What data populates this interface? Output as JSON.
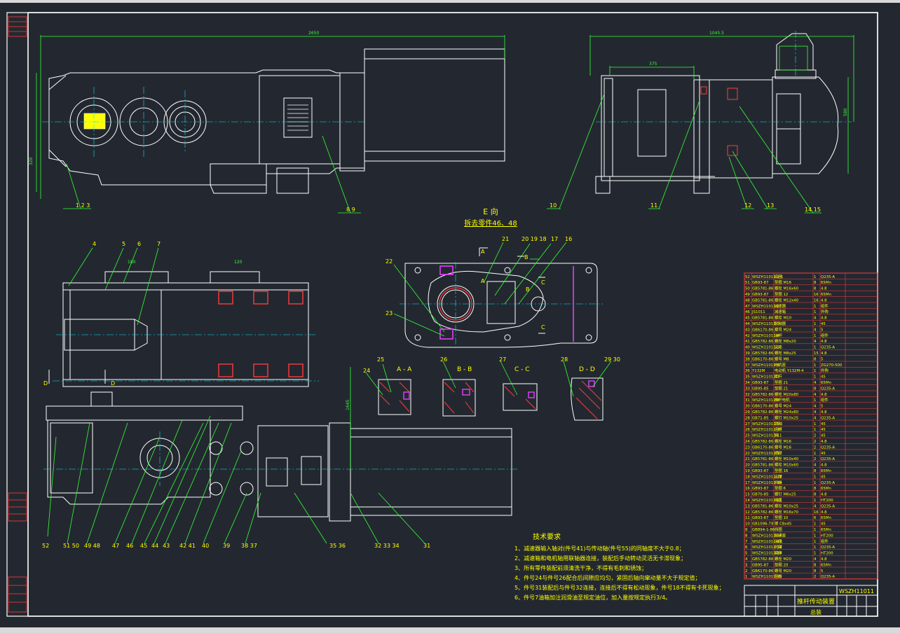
{
  "view_e": {
    "title": "E 向",
    "subtitle": "拆去零件46、48"
  },
  "section_labels": [
    "A - A",
    "B - B",
    "C - C",
    "D - D"
  ],
  "section_letters": [
    "A",
    "A",
    "B",
    "B",
    "C",
    "C",
    "D",
    "D"
  ],
  "tech_requirements": {
    "title": "技术要求",
    "items": [
      "1、减速器输入轴对(件号41)与传动轴(件号55)的同轴度不大于0.8；",
      "2、减速箱和电机轴用联轴器连接，装配后手动转动灵活无卡滞现象；",
      "3、所有零件装配前须清洗干净，不得有毛刺和锈蚀；",
      "4、件号24与件号26配合后间隙应均匀，紧固后轴向窜动量不大于规定值；",
      "5、件号31装配后与件号32连接，连接后不得有松动现象，件号18不得有卡死现象；",
      "6、件号7油箱加注润滑油至规定油位，加入量按规定执行3/4。"
    ]
  },
  "title_block": {
    "drawing_no": "WSZH11011",
    "name": "推杆传动装置",
    "sub": "总装"
  },
  "bom": {
    "rows": [
      [
        "52",
        "WSZH11011-1-1",
        "底座",
        "1",
        "Q235-A"
      ],
      [
        "51",
        "GB93-87",
        "垫圈 M16",
        "8",
        "65Mn"
      ],
      [
        "50",
        "GB5781-86",
        "螺栓 M16x60",
        "8",
        "4.8"
      ],
      [
        "49",
        "GB93-87",
        "垫圈 12",
        "16",
        "65Mn"
      ],
      [
        "48",
        "GB5781-86",
        "螺栓 M12x40",
        "16",
        "4.8"
      ],
      [
        "47",
        "WSZH11011-2",
        "减速器",
        "1",
        "组件"
      ],
      [
        "46",
        "JS1011",
        "减速箱",
        "1",
        "外购"
      ],
      [
        "45",
        "GB5781-86",
        "螺栓 M10",
        "4",
        "4.8"
      ],
      [
        "44",
        "WSZH11011-3",
        "联轴器",
        "1",
        "45"
      ],
      [
        "43",
        "GB6170-86",
        "螺母 M24",
        "4",
        "5"
      ],
      [
        "42",
        "WSZH11011-4",
        "油杯",
        "1",
        "组件"
      ],
      [
        "41",
        "GB5782-86",
        "螺栓 M8x20",
        "4",
        "4.8"
      ],
      [
        "40",
        "WSZH11011-5",
        "支座",
        "1",
        "Q235-A"
      ],
      [
        "39",
        "GB5782-86",
        "螺栓 M8x25",
        "15",
        "4.8"
      ],
      [
        "38",
        "GB6170-86",
        "螺母 M8",
        "8",
        "5"
      ],
      [
        "37",
        "WSZH11011-6",
        "电机座",
        "1",
        "ZG270-500"
      ],
      [
        "36",
        "Y132M",
        "电动机 Y132M-4",
        "1",
        "外购"
      ],
      [
        "35",
        "WSZH11011-7",
        "推杆",
        "1",
        "45"
      ],
      [
        "34",
        "GB93-87",
        "垫圈 21",
        "4",
        "65Mn"
      ],
      [
        "33",
        "GB95-85",
        "垫圈 21",
        "8",
        "Q235-A"
      ],
      [
        "32",
        "GB5782-86",
        "螺栓 M20x80",
        "4",
        "4.8"
      ],
      [
        "31",
        "WSZH11011-8",
        "推杆电机",
        "1",
        "组件"
      ],
      [
        "30",
        "GB6170-86",
        "螺母 M24",
        "4",
        "5"
      ],
      [
        "29",
        "GB5782-86",
        "螺栓 M24x80",
        "4",
        "4.8"
      ],
      [
        "28",
        "GB71-85",
        "螺钉 M10x25",
        "4",
        "Q235-A"
      ],
      [
        "27",
        "WSZH11011-9",
        "销轴",
        "1",
        "45"
      ],
      [
        "26",
        "WSZH11011-10",
        "连杆",
        "1",
        "45"
      ],
      [
        "25",
        "WSZH11011-11",
        "销",
        "2",
        "45"
      ],
      [
        "24",
        "GB5782-86",
        "螺栓 M16",
        "2",
        "4.8"
      ],
      [
        "23",
        "GB6170-86",
        "螺母 M16",
        "2",
        "Q235-A"
      ],
      [
        "22",
        "WSZH11011-12",
        "摆杆",
        "1",
        "45"
      ],
      [
        "21",
        "GB5781-86",
        "螺栓 M10x40",
        "2",
        "Q235-A"
      ],
      [
        "20",
        "GB5781-86",
        "螺栓 M10x60",
        "4",
        "4.8"
      ],
      [
        "19",
        "GB93-87",
        "垫圈 16",
        "8",
        "65Mn"
      ],
      [
        "18",
        "WSZH11011-13",
        "支架",
        "1",
        "45"
      ],
      [
        "17",
        "WSZH11011-14",
        "挡板",
        "1",
        "Q235-A"
      ],
      [
        "16",
        "GB93-87",
        "垫圈 6",
        "8",
        "65Mn"
      ],
      [
        "15",
        "GB70-85",
        "螺钉 M6x25",
        "8",
        "4.8"
      ],
      [
        "14",
        "WSZH11011-15",
        "端盖",
        "1",
        "HT200"
      ],
      [
        "13",
        "GB5781-86",
        "螺栓 M10x25",
        "4",
        "Q235-A"
      ],
      [
        "12",
        "GB5782-86",
        "螺栓 M16x70",
        "16",
        "4.8"
      ],
      [
        "11",
        "GB93-87",
        "垫圈 10",
        "6",
        "65Mn"
      ],
      [
        "10",
        "GB1096-79",
        "键 C8x45",
        "1",
        "45"
      ],
      [
        "9",
        "GB894-1-86",
        "挡圈",
        "1",
        "65Mn"
      ],
      [
        "8",
        "WSZH11011-16",
        "轴承座",
        "1",
        "HT200"
      ],
      [
        "7",
        "WSZH11011-17",
        "油箱",
        "1",
        "组件"
      ],
      [
        "6",
        "WSZH11011-18",
        "托架",
        "1",
        "Q235-A"
      ],
      [
        "5",
        "WSZH11011-19",
        "箱体",
        "1",
        "HT200"
      ],
      [
        "4",
        "GB5782-86",
        "螺栓 M20",
        "4",
        "4.8"
      ],
      [
        "3",
        "GB95-87",
        "垫圈 20",
        "8",
        "65Mn"
      ],
      [
        "2",
        "GB6170-86",
        "螺母 M20",
        "8",
        "5"
      ],
      [
        "1",
        "WSZH11011-20",
        "垫板",
        "2",
        "Q235-A"
      ]
    ]
  },
  "callouts": {
    "top_left": [
      "1 2 3",
      "8 9"
    ],
    "top_right": [
      "10",
      "11",
      "12",
      "13",
      "14 15"
    ],
    "mid_top": [
      "4",
      "5",
      "6",
      "7"
    ],
    "view_e": [
      "21",
      "20 19 18",
      "17",
      "16",
      "22",
      "23"
    ],
    "sections": [
      "24",
      "25",
      "26",
      "27",
      "28",
      "29 30"
    ],
    "bottom": [
      "52",
      "51 50",
      "49 48",
      "47",
      "46",
      "45",
      "44",
      "43",
      "42 41",
      "40",
      "39",
      "38 37",
      "35 36",
      "32 33 34",
      "31"
    ]
  },
  "dims": {
    "top_left_overall": "2650",
    "top_left_height": "320",
    "top_right_overall": "1045.5",
    "top_right_inner": "375",
    "top_right_height": "580",
    "plan_a": "180",
    "plan_b": "120",
    "plan_vertical": "1645"
  },
  "colors": {
    "background": "#232830",
    "line": "#ffffff",
    "text": "#ffff00",
    "center": "#00e5ff",
    "leader": "#35ff35",
    "dim": "#35ff35",
    "hatch": "#ff3b3b",
    "accent": "#e040fb",
    "border": "#ffffff"
  }
}
